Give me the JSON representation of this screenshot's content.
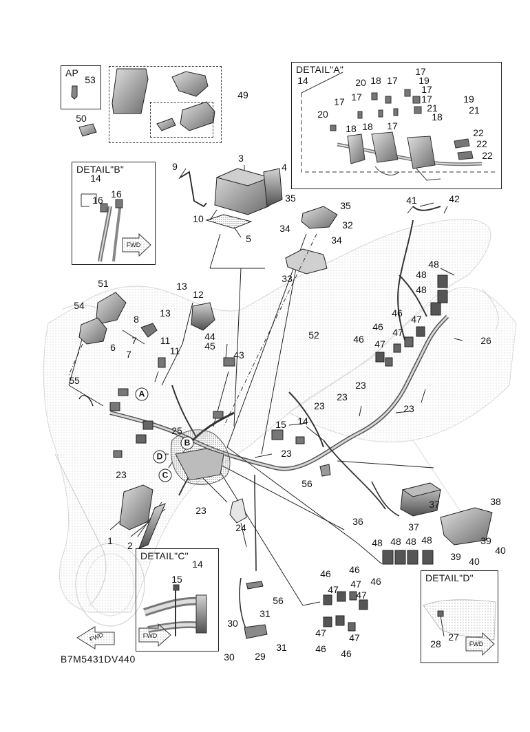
{
  "figure_code": "B7M5431DV440",
  "boxes": {
    "ap": "AP",
    "detail_a": "DETAIL\"A\"",
    "detail_b": "DETAIL\"B\"",
    "detail_c": "DETAIL\"C\"",
    "detail_d": "DETAIL\"D\""
  },
  "reference_circles": [
    "A",
    "B",
    "C",
    "D"
  ],
  "fwd_label": "FWD",
  "callouts": {
    "c1": "1",
    "c2": "2",
    "c3": "3",
    "c4": "4",
    "c5": "5",
    "c6": "6",
    "c7a": "7",
    "c7b": "7",
    "c8": "8",
    "c9": "9",
    "c10": "10",
    "c11a": "11",
    "c11b": "11",
    "c12": "12",
    "c13a": "13",
    "c13b": "13",
    "c14a": "14",
    "c14b": "14",
    "c14c": "14",
    "c14d": "14",
    "c15a": "15",
    "c15b": "15",
    "c16a": "16",
    "c16b": "16",
    "c17a": "17",
    "c17b": "17",
    "c17c": "17",
    "c17d": "17",
    "c17e": "17",
    "c17f": "17",
    "c17g": "17",
    "c18a": "18",
    "c18b": "18",
    "c18c": "18",
    "c18d": "18",
    "c19a": "19",
    "c19b": "19",
    "c20a": "20",
    "c20b": "20",
    "c21a": "21",
    "c21b": "21",
    "c22a": "22",
    "c22b": "22",
    "c22c": "22",
    "c23a": "23",
    "c23b": "23",
    "c23c": "23",
    "c23d": "23",
    "c23e": "23",
    "c23f": "23",
    "c23g": "23",
    "c24": "24",
    "c25": "25",
    "c26": "26",
    "c27": "27",
    "c28": "28",
    "c29": "29",
    "c30a": "30",
    "c30b": "30",
    "c31a": "31",
    "c31b": "31",
    "c32": "32",
    "c33": "33",
    "c34a": "34",
    "c34b": "34",
    "c35a": "35",
    "c35b": "35",
    "c36": "36",
    "c37a": "37",
    "c37b": "37",
    "c38": "38",
    "c39a": "39",
    "c39b": "39",
    "c40a": "40",
    "c40b": "40",
    "c41": "41",
    "c42": "42",
    "c43": "43",
    "c44": "44",
    "c45": "45",
    "c46a": "46",
    "c46b": "46",
    "c46c": "46",
    "c46d": "46",
    "c46e": "46",
    "c46f": "46",
    "c46g": "46",
    "c47a": "47",
    "c47b": "47",
    "c47c": "47",
    "c47d": "47",
    "c47e": "47",
    "c47f": "47",
    "c47g": "47",
    "c48a": "48",
    "c48b": "48",
    "c48c": "48",
    "c48d": "48",
    "c48e": "48",
    "c48f": "48",
    "c48g": "48",
    "c49": "49",
    "c50": "50",
    "c51": "51",
    "c52": "52",
    "c53": "53",
    "c54": "54",
    "c55": "55",
    "c56a": "56",
    "c56b": "56"
  }
}
